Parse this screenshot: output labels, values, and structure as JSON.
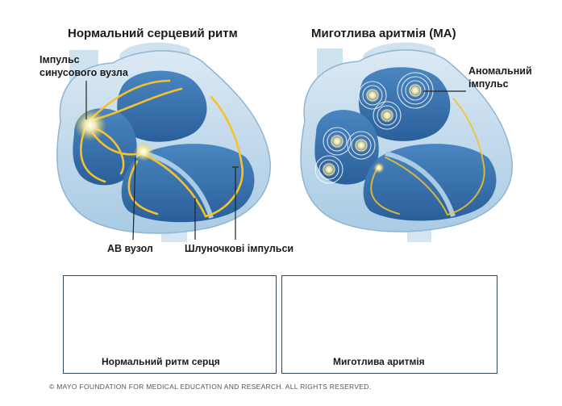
{
  "titles": {
    "normal": "Нормальний серцевий ритм",
    "afib": "Миготлива аритмія (МА)"
  },
  "labels": {
    "sinus_line1": "Імпульс",
    "sinus_line2": "синусового вузла",
    "av_node": "АВ вузол",
    "ventricular": "Шлуночкові імпульси",
    "abnormal_line1": "Аномальний",
    "abnormal_line2": "імпульс"
  },
  "ecg": {
    "normal_caption": "Нормальний ритм серця",
    "afib_caption": "Миготлива аритмія"
  },
  "copyright": "© MAYO FOUNDATION FOR MEDICAL EDUCATION AND RESEARCH. ALL RIGHTS RESERVED.",
  "colors": {
    "heart_outer": "#bfd8ea",
    "heart_inner": "#4f8fc4",
    "chamber": "#2f6fad",
    "impulse": "#f5c22a",
    "ecg_line": "#d9465a",
    "ecg_frame": "#33475a"
  }
}
